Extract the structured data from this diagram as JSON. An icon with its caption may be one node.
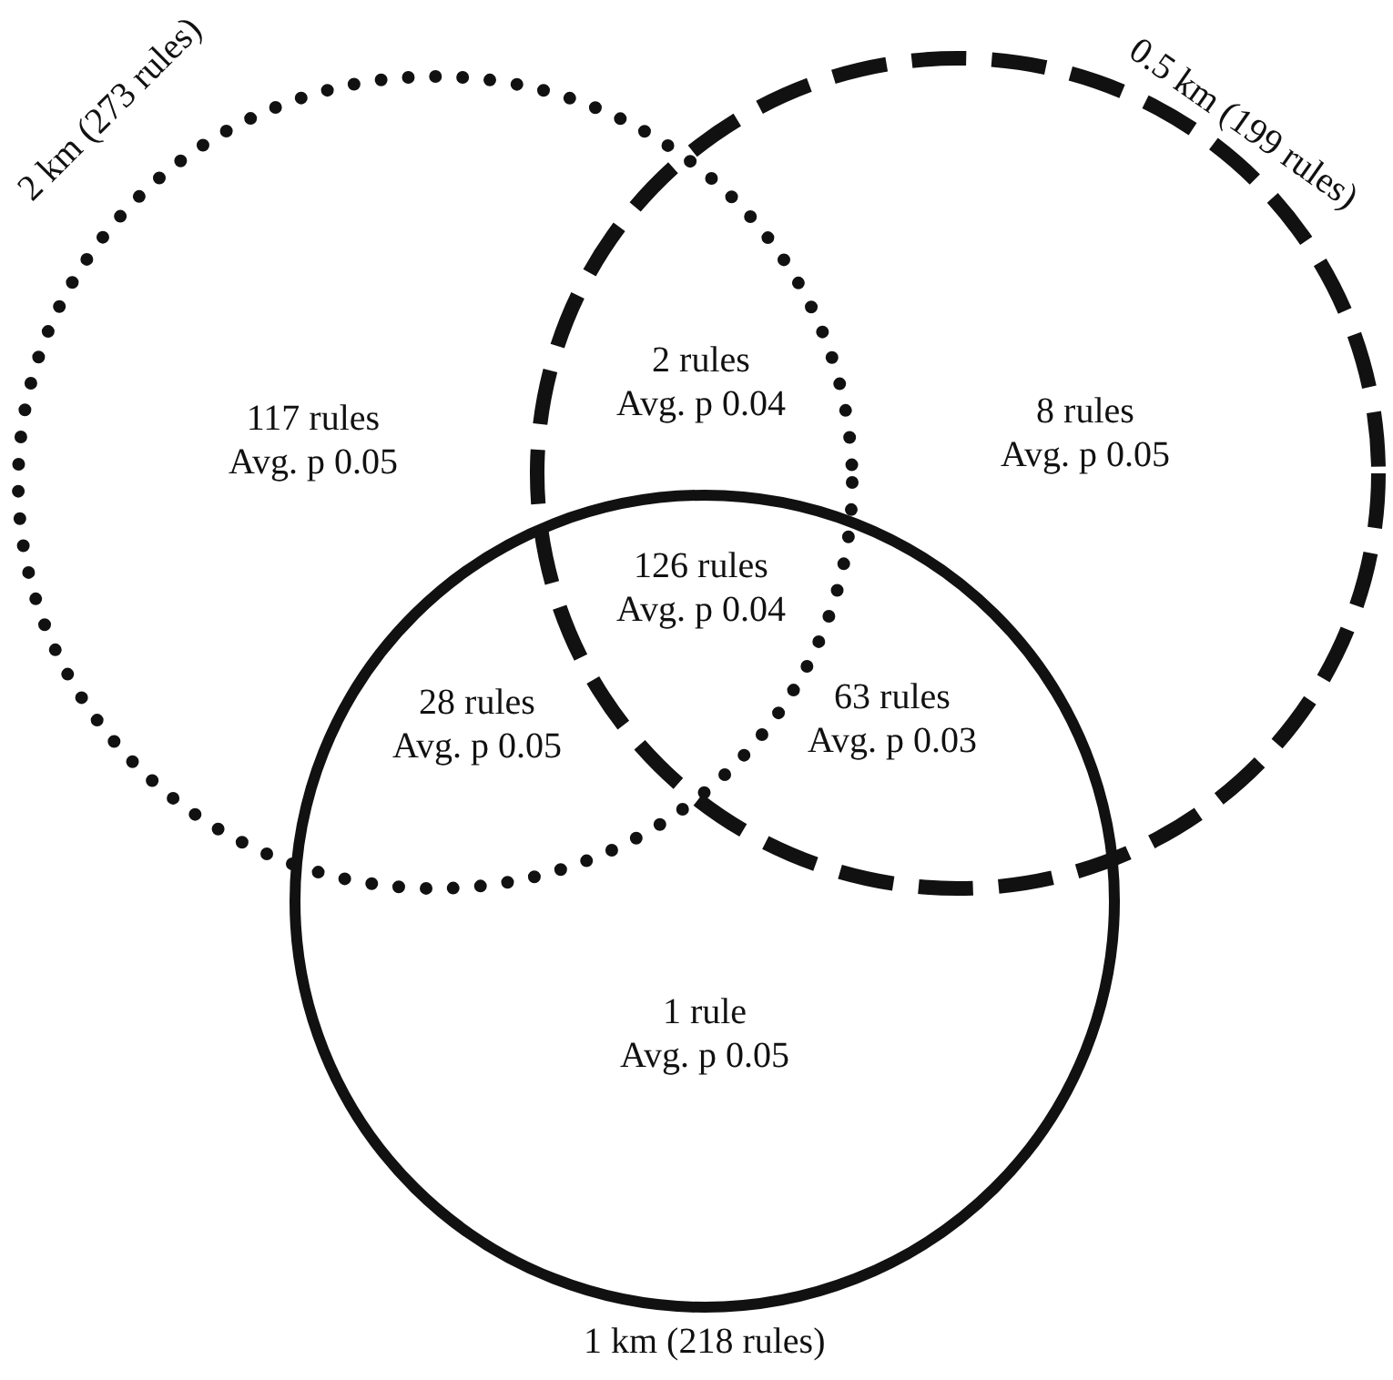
{
  "diagram": {
    "nodes": [
      {
        "text": [
          "2 km (273 rules)"
        ]
      },
      {
        "text": [
          "0.5 km (199 rules)"
        ]
      },
      {
        "text": [
          "1 km (218 rules)"
        ]
      }
    ],
    "edges": [],
    "labels": [
      "2 rules Avg. p 0.04",
      "117 rules Avg. p 0.05",
      "8 rules Avg. p 0.05",
      "126 rules Avg. p 0.04",
      "28 rules Avg. p 0.05",
      "63 rules Avg. p 0.03",
      "1 rule Avg. p 0.05"
    ]
  }
}
